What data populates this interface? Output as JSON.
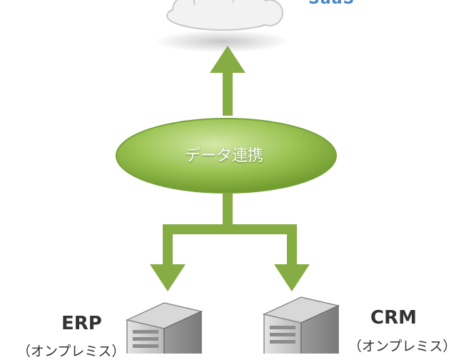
{
  "cloud": {
    "label": "SaaS"
  },
  "hub": {
    "label": "データ連携"
  },
  "systems": [
    {
      "name": "ERP",
      "sub": "（オンプレミス）"
    },
    {
      "name": "CRM",
      "sub": "（オンプレミス）"
    }
  ],
  "colors": {
    "arrow": "#86ad44",
    "hub_light": "#b9d87a",
    "hub_dark": "#6f9a2c",
    "saas_text": "#4a86c8"
  }
}
